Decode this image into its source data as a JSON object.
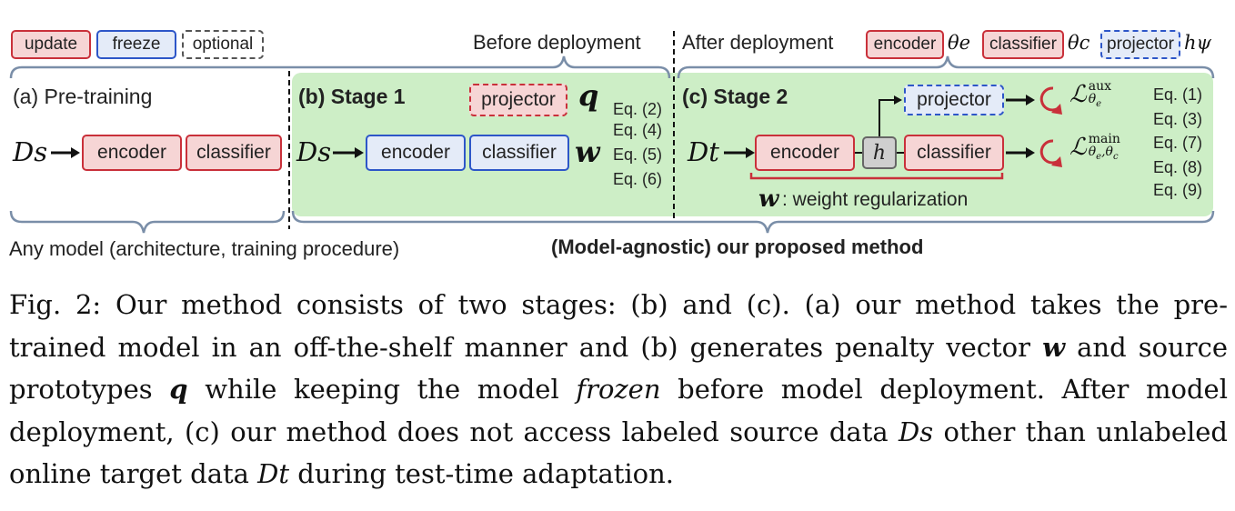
{
  "legend": {
    "update": "update",
    "freeze": "freeze",
    "optional": "optional",
    "encoder": "encoder",
    "encoder_param": "θe",
    "classifier": "classifier",
    "classifier_param": "θc",
    "projector": "projector",
    "projector_param": "hψ"
  },
  "phases": {
    "before": "Before deployment",
    "after": "After deployment"
  },
  "panel_a": {
    "title": "(a) Pre-training",
    "input": "Ds",
    "encoder": "encoder",
    "classifier": "classifier"
  },
  "panel_b": {
    "title": "(b) Stage 1",
    "input": "Ds",
    "projector": "projector",
    "encoder": "encoder",
    "classifier": "classifier",
    "q_symbol": "q",
    "w_symbol": "w",
    "equations": [
      "Eq. (2)",
      "Eq. (4)",
      "Eq. (5)",
      "Eq. (6)"
    ]
  },
  "panel_c": {
    "title": "(c) Stage 2",
    "input": "Dt",
    "projector": "projector",
    "encoder": "encoder",
    "h": "h",
    "classifier": "classifier",
    "loss_aux": "ℒ aux θe",
    "loss_main": "ℒ main θe,θc",
    "weight_reg_symbol": "w",
    "weight_reg": ": weight regularization",
    "equations": [
      "Eq. (1)",
      "Eq. (3)",
      "Eq. (7)",
      "Eq. (8)",
      "Eq. (9)"
    ]
  },
  "bottom": {
    "left": "Any model (architecture, training procedure)",
    "right": "(Model-agnostic) our proposed method"
  },
  "caption": {
    "p1": "Fig. 2: Our method consists of two stages: (b) and (c). (a) our method takes the pre-trained model in an off-the-shelf manner and (b) generates penalty vector ",
    "w": "w",
    "p2": " and source prototypes ",
    "q": "q",
    "p3": " while keeping the model ",
    "frozen": "frozen",
    "p4": " before model deployment. After model deployment, (c) our method does not access labeled source data ",
    "ds": "Ds",
    "p5": " other than unlabeled online target data ",
    "dt": "Dt",
    "p6": " during test-time adaptation."
  },
  "colors": {
    "update_fill": "#f6d5d5",
    "update_border": "#c9303a",
    "freeze_fill": "#e4ebf8",
    "freeze_border": "#2d56c8",
    "stage_bg": "#cdeec6"
  }
}
